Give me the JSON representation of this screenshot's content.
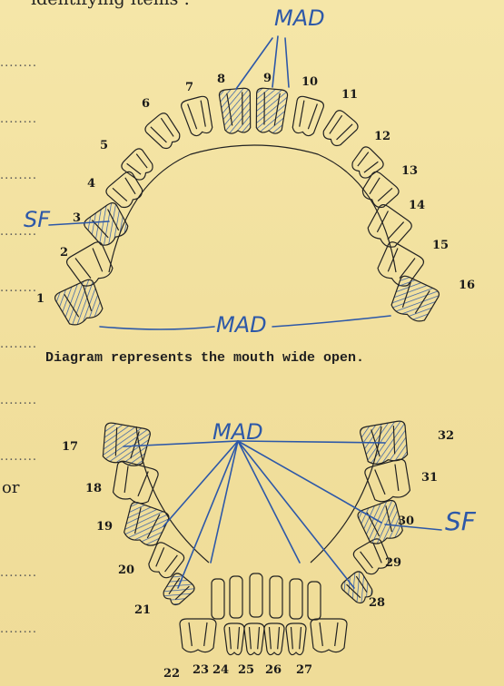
{
  "form": {
    "header_text": "identifying items :",
    "dot_leader": "........",
    "side_label": "or",
    "caption": "Diagram represents the mouth wide open."
  },
  "upper_teeth": [
    "1",
    "2",
    "3",
    "4",
    "5",
    "6",
    "7",
    "8",
    "9",
    "10",
    "11",
    "12",
    "13",
    "14",
    "15",
    "16"
  ],
  "lower_teeth": [
    "17",
    "18",
    "19",
    "20",
    "21",
    "22",
    "23",
    "24",
    "25",
    "26",
    "27",
    "28",
    "29",
    "30",
    "31",
    "32"
  ],
  "annotations": {
    "mad_top": "MAD",
    "mad_middle": "MAD",
    "mad_lower": "MAD",
    "sf_left": "SF",
    "sf_right": "SF"
  },
  "colors": {
    "paper": "#f3e3a2",
    "ink_print": "#1a1a1a",
    "ink_pen": "#2d58a8"
  }
}
